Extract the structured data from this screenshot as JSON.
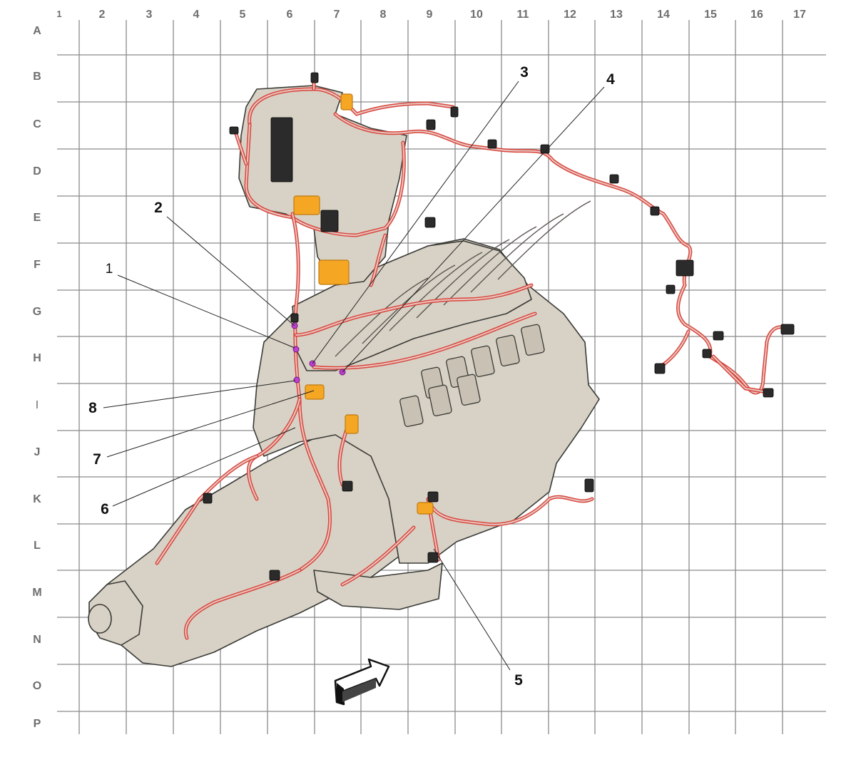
{
  "grid": {
    "columns": [
      "1",
      "2",
      "3",
      "4",
      "5",
      "6",
      "7",
      "8",
      "9",
      "10",
      "11",
      "12",
      "13",
      "14",
      "15",
      "16",
      "17"
    ],
    "rows": [
      "A",
      "B",
      "C",
      "D",
      "E",
      "F",
      "G",
      "H",
      "I",
      "J",
      "K",
      "L",
      "M",
      "N",
      "O",
      "P"
    ]
  },
  "callouts": [
    {
      "id": "1",
      "label": "1"
    },
    {
      "id": "2",
      "label": "2"
    },
    {
      "id": "3",
      "label": "3"
    },
    {
      "id": "4",
      "label": "4"
    },
    {
      "id": "5",
      "label": "5"
    },
    {
      "id": "6",
      "label": "6"
    },
    {
      "id": "7",
      "label": "7"
    },
    {
      "id": "8",
      "label": "8"
    }
  ],
  "colors": {
    "grid_line": "#8a8a8a",
    "label": "#6e6e6e",
    "engine_fill": "#d8d2c6",
    "engine_stroke": "#3a3a36",
    "harness": "#d9473e",
    "harness_core": "#e8c7c1",
    "connector_highlight": "#f5a623",
    "splice_point": "#c03fd0",
    "connector_dark": "#2b2b2b"
  },
  "icons": {
    "direction_arrow": "front-direction-arrow-icon"
  }
}
